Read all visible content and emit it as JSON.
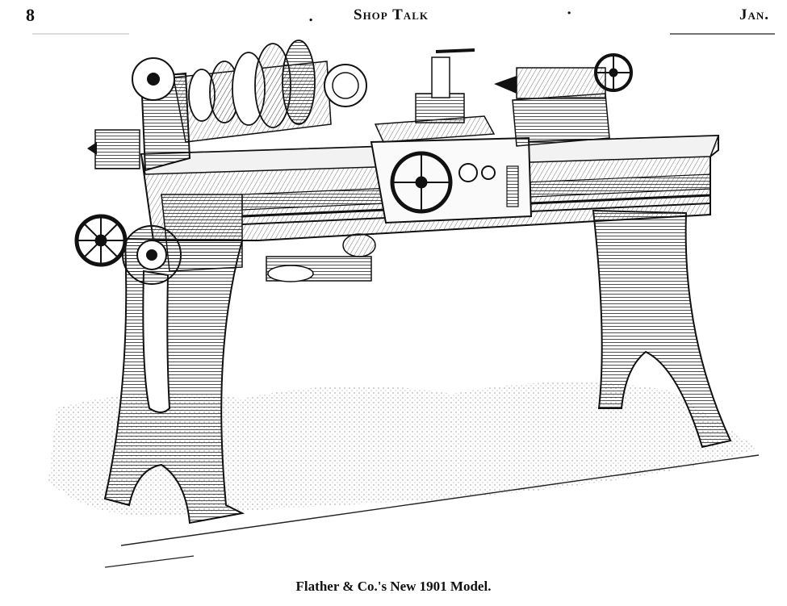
{
  "header": {
    "page_number": "8",
    "running_title": "Shop Talk",
    "month": "Jan."
  },
  "figure": {
    "caption": "Flather & Co.'s New 1901 Model."
  }
}
